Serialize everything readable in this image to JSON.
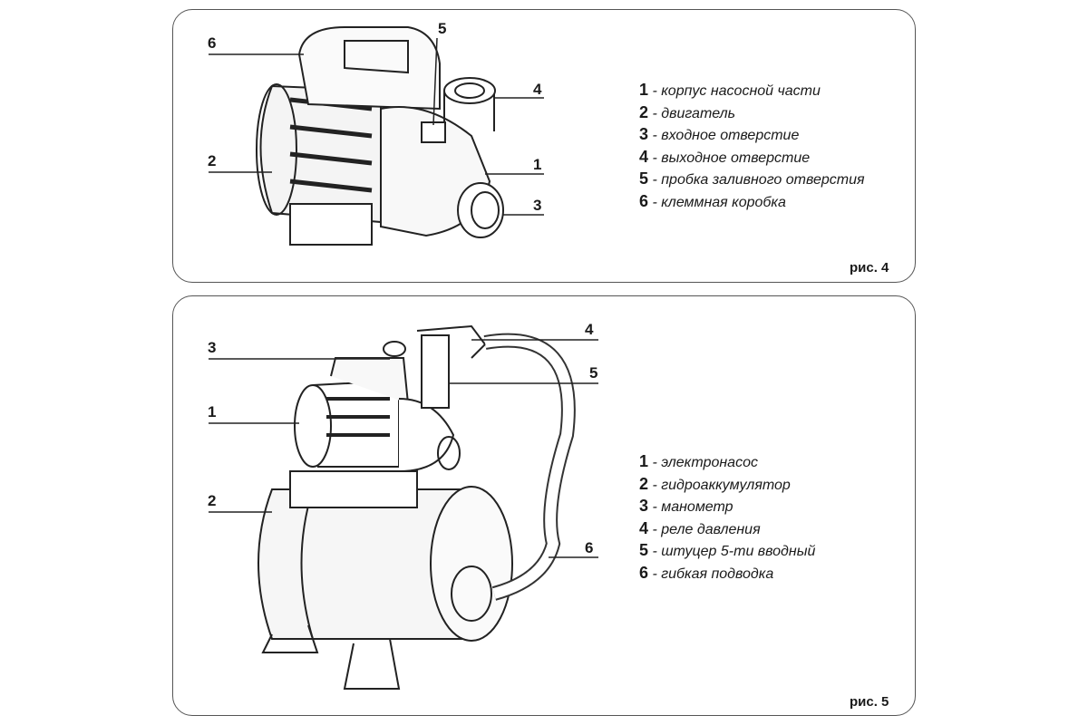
{
  "figure4": {
    "caption": "рис. 4",
    "callouts": [
      "1",
      "2",
      "3",
      "4",
      "5",
      "6"
    ],
    "legend": [
      {
        "num": "1",
        "text": "- корпус насосной части"
      },
      {
        "num": "2",
        "text": "- двигатель"
      },
      {
        "num": "3",
        "text": "- входное отверстие"
      },
      {
        "num": "4",
        "text": "- выходное отверстие"
      },
      {
        "num": "5",
        "text": "- пробка заливного отверстия"
      },
      {
        "num": "6",
        "text": "- клеммная коробка"
      }
    ]
  },
  "figure5": {
    "caption": "рис. 5",
    "callouts": [
      "1",
      "2",
      "3",
      "4",
      "5",
      "6"
    ],
    "legend": [
      {
        "num": "1",
        "text": "- электронасос"
      },
      {
        "num": "2",
        "text": "- гидроаккумулятор"
      },
      {
        "num": "3",
        "text": "- манометр"
      },
      {
        "num": "4",
        "text": "- реле давления"
      },
      {
        "num": "5",
        "text": "- штуцер 5-ти вводный"
      },
      {
        "num": "6",
        "text": "- гибкая подводка"
      }
    ]
  }
}
